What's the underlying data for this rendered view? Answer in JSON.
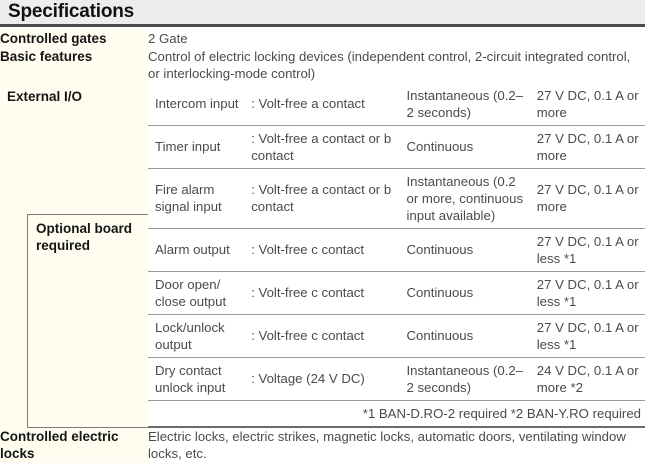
{
  "header": {
    "title": "Specifications"
  },
  "rows": {
    "controlled_gates": {
      "label": "Controlled gates",
      "value": "2 Gate"
    },
    "basic_features": {
      "label": "Basic features",
      "value": "Control of electric locking devices (independent control, 2-circuit integrated control, or interlocking-mode control)"
    },
    "external_io": {
      "label": "External I/O",
      "optional_board_label": "Optional board required"
    },
    "controlled_electric_locks": {
      "label": "Controlled electric locks",
      "value": "Electric locks, electric strikes, magnetic locks, automatic doors, ventilating window locks, etc."
    }
  },
  "io_table": {
    "columns": [
      "signal",
      "contact_spec",
      "duration",
      "rating"
    ],
    "rows": [
      {
        "signal": "Intercom input",
        "contact_spec": ": Volt-free a contact",
        "duration": "Instantaneous (0.2–2 seconds)",
        "rating": "27 V DC, 0.1 A or more",
        "group": "external"
      },
      {
        "signal": "Timer input",
        "contact_spec": ": Volt-free a contact or b contact",
        "duration": "Continuous",
        "rating": "27 V DC, 0.1 A or more",
        "group": "external"
      },
      {
        "signal": "Fire alarm signal input",
        "contact_spec": ": Volt-free a contact  or b contact",
        "duration": "Instantaneous (0.2 or more, continuous input available)",
        "rating": "27 V DC, 0.1 A or more",
        "group": "external"
      },
      {
        "signal": "Alarm output",
        "contact_spec": ": Volt-free c contact",
        "duration": "Continuous",
        "rating": "27 V DC, 0.1 A or less *1",
        "group": "optional"
      },
      {
        "signal": "Door open/ close output",
        "contact_spec": ": Volt-free c contact",
        "duration": "Continuous",
        "rating": "27 V DC, 0.1 A or less *1",
        "group": "optional"
      },
      {
        "signal": "Lock/unlock output",
        "contact_spec": ": Volt-free c contact",
        "duration": "Continuous",
        "rating": "27 V DC, 0.1 A or less *1",
        "group": "optional"
      },
      {
        "signal": "Dry contact unlock input",
        "contact_spec": ": Voltage (24 V DC)",
        "duration": "Instantaneous (0.2–2 seconds)",
        "rating": "24 V DC, 0.1 A or more *2",
        "group": "optional"
      }
    ],
    "footnote": "*1 BAN-D.RO-2 required *2 BAN-Y.RO required"
  },
  "colors": {
    "label_background": "#FFFDF0",
    "header_background": "#EDEDED",
    "body_text": "#4B4B4B",
    "label_text": "#151515",
    "rule": "#7A7A78"
  }
}
